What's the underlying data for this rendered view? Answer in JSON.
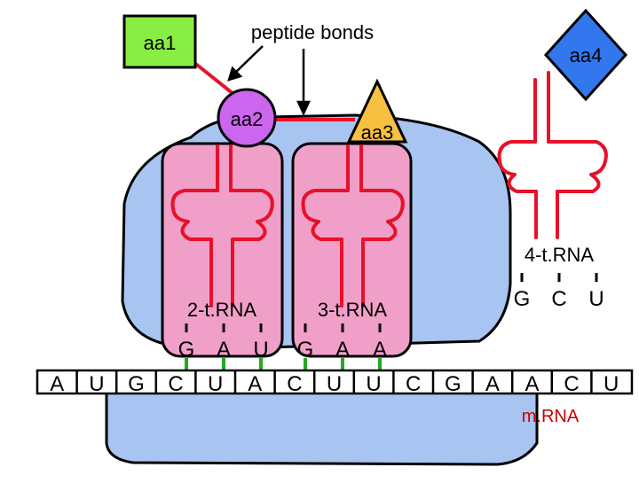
{
  "labels": {
    "aa1": "aa1",
    "aa2": "aa2",
    "aa3": "aa3",
    "aa4": "aa4",
    "peptide_bonds": "peptide bonds",
    "trna2": "2-t.RNA",
    "trna3": "3-t.RNA",
    "trna4": "4-t.RNA",
    "mrna": "m.RNA"
  },
  "anticodons": {
    "trna2": [
      "G",
      "A",
      "U"
    ],
    "trna3": [
      "G",
      "A",
      "A"
    ],
    "trna4": [
      "G",
      "C",
      "U"
    ]
  },
  "mrna_bases": [
    "A",
    "U",
    "G",
    "C",
    "U",
    "A",
    "C",
    "U",
    "U",
    "C",
    "G",
    "A",
    "A",
    "C",
    "U"
  ],
  "colors": {
    "aa1": "#88ee44",
    "aa2": "#cc66ee",
    "aa3": "#f8c040",
    "aa4": "#3377ee",
    "ribosome": "#a8c4f0",
    "trna_site": "#f0a0c8",
    "trna_line": "#e8102a",
    "codon_pair": "#22aa22",
    "mrna_label": "#cc0000"
  }
}
